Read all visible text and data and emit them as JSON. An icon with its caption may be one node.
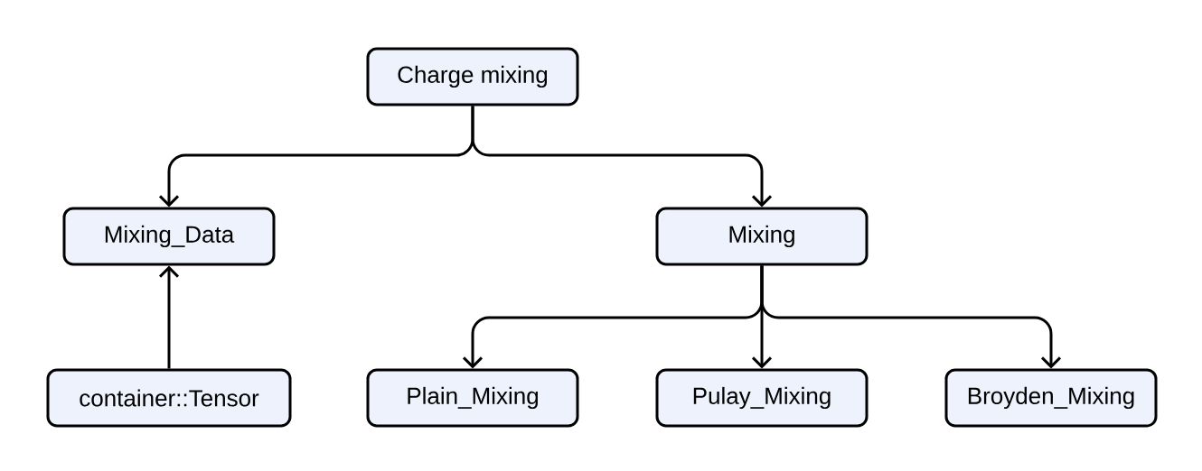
{
  "diagram": {
    "nodes": [
      {
        "text": [
          "Charge mixing"
        ]
      },
      {
        "text": [
          "Mixing_Data"
        ]
      },
      {
        "text": [
          "Mixing"
        ]
      },
      {
        "text": [
          "container::Tensor"
        ]
      },
      {
        "text": [
          "Plain_Mixing"
        ]
      },
      {
        "text": [
          "Pulay_Mixing"
        ]
      },
      {
        "text": [
          "Broyden_Mixing"
        ]
      }
    ],
    "edges": [
      {
        "from": 0,
        "to": 1,
        "arrow": "to"
      },
      {
        "from": 0,
        "to": 2,
        "arrow": "to"
      },
      {
        "from": 3,
        "to": 1,
        "arrow": "to"
      },
      {
        "from": 2,
        "to": 4,
        "arrow": "to"
      },
      {
        "from": 2,
        "to": 5,
        "arrow": "to"
      },
      {
        "from": 2,
        "to": 6,
        "arrow": "to"
      }
    ]
  }
}
